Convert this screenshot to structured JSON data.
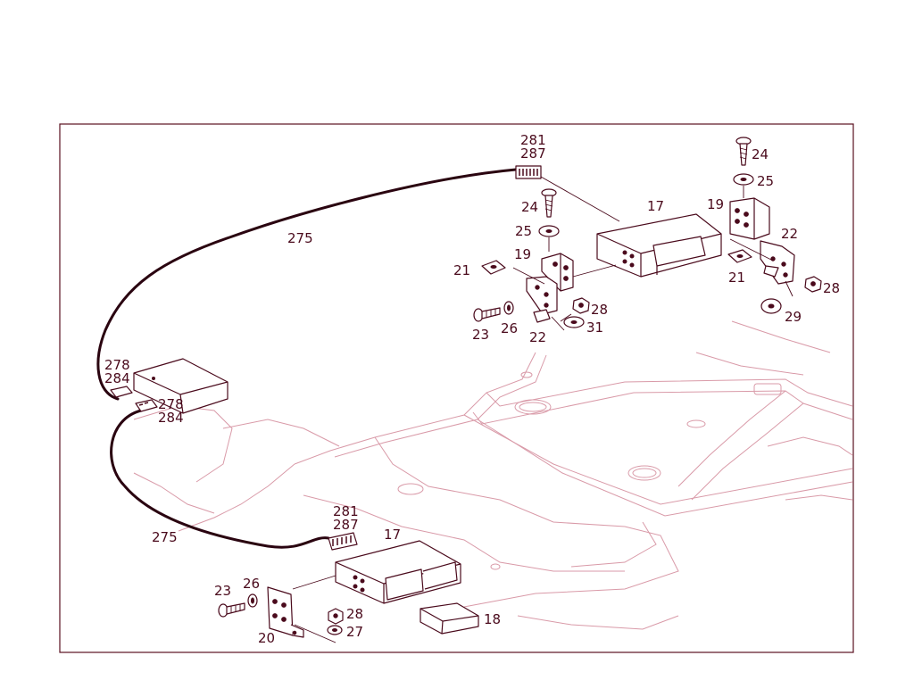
{
  "colors": {
    "line": "#4a0a1c",
    "ghost": "#d99aa8",
    "frame": "#5a1020",
    "cable": "#2a0410"
  },
  "labels": {
    "l281_top": "281",
    "l287_top": "287",
    "l24_right": "24",
    "l25_right": "25",
    "l19_right": "19",
    "l22_right": "22",
    "l17_top": "17",
    "l24_left": "24",
    "l25_left": "25",
    "l19_left": "19",
    "l21_left": "21",
    "l21_right": "21",
    "l28_mid": "28",
    "l28_right": "28",
    "l29": "29",
    "l23_top": "23",
    "l26_top": "26",
    "l22_bottom": "22",
    "l31": "31",
    "l275_top": "275",
    "l278_a": "278",
    "l284_a": "284",
    "l278_b": "278",
    "l284_b": "284",
    "l275_bottom": "275",
    "l281_bottom": "281",
    "l287_bottom": "287",
    "l17_bottom": "17",
    "l23_bottom": "23",
    "l26_bottom": "26",
    "l28_bottom": "28",
    "l27": "27",
    "l20": "20",
    "l18": "18"
  }
}
